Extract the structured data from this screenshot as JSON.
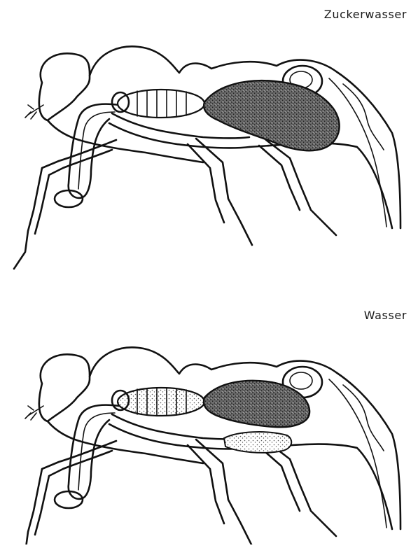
{
  "labels": {
    "top": "Zuckerwasser",
    "bottom": "Wasser"
  },
  "figure": {
    "panels": [
      {
        "id": "top",
        "condition": "Zuckerwasser",
        "crop_fill": "large"
      },
      {
        "id": "bottom",
        "condition": "Wasser",
        "crop_fill": "medium"
      }
    ],
    "colors": {
      "ink": "#111111",
      "stipple": "#3a3a3a",
      "background": "#ffffff"
    }
  }
}
